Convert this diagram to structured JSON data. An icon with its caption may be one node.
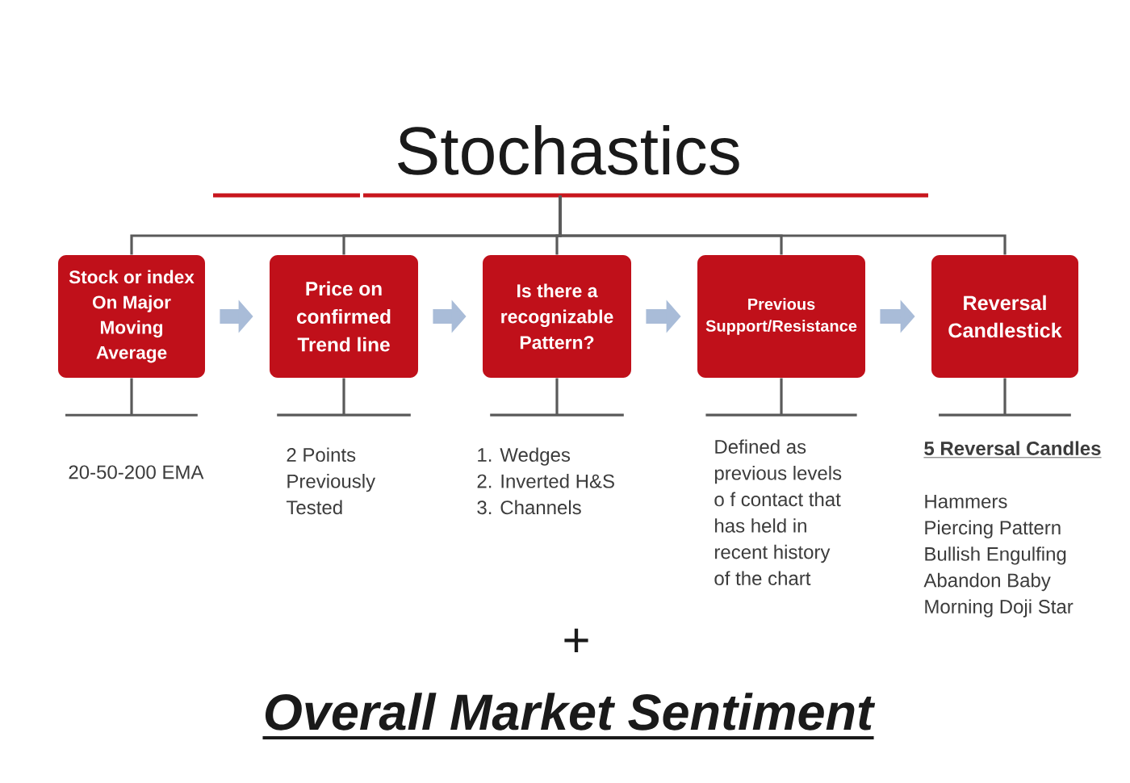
{
  "diagram": {
    "nodes": [
      {
        "text": [
          "Stochastics"
        ]
      },
      {
        "text": [
          "Stock or index On Major Moving Average"
        ]
      },
      {
        "text": [
          "Price on confirmed Trend line"
        ]
      },
      {
        "text": [
          "Is there a recognizable Pattern?"
        ]
      },
      {
        "text": [
          "Previous Support/Resistance"
        ]
      },
      {
        "text": [
          "Reversal Candlestick"
        ]
      },
      {
        "text": [
          "20-50-200 EMA"
        ]
      },
      {
        "text": [
          "2 Points Previously Tested"
        ]
      },
      {
        "text": [
          "1. Wedges",
          "2. Inverted H&S",
          "3. Channels"
        ]
      },
      {
        "text": [
          "Defined as previous levels o f contact that has held in recent history of the chart"
        ]
      },
      {
        "text": [
          "5 Reversal Candles",
          "Hammers",
          "Piercing Pattern",
          "Bullish Engulfing",
          "Abandon Baby",
          "Morning Doji Star"
        ]
      }
    ],
    "edges": [
      {
        "from": 0,
        "to": 1,
        "arrow": "none"
      },
      {
        "from": 0,
        "to": 2,
        "arrow": "none"
      },
      {
        "from": 0,
        "to": 3,
        "arrow": "none"
      },
      {
        "from": 0,
        "to": 4,
        "arrow": "none"
      },
      {
        "from": 0,
        "to": 5,
        "arrow": "none"
      },
      {
        "from": 1,
        "to": 2,
        "arrow": "to",
        "style": "thick",
        "color": "#a9bcd8"
      },
      {
        "from": 2,
        "to": 3,
        "arrow": "to",
        "style": "thick",
        "color": "#a9bcd8"
      },
      {
        "from": 3,
        "to": 4,
        "arrow": "to",
        "style": "thick",
        "color": "#a9bcd8"
      },
      {
        "from": 4,
        "to": 5,
        "arrow": "to",
        "style": "thick",
        "color": "#a9bcd8"
      },
      {
        "from": 1,
        "to": 6,
        "arrow": "none"
      },
      {
        "from": 2,
        "to": 7,
        "arrow": "none"
      },
      {
        "from": 3,
        "to": 8,
        "arrow": "none"
      },
      {
        "from": 4,
        "to": 9,
        "arrow": "none"
      },
      {
        "from": 5,
        "to": 10,
        "arrow": "none"
      }
    ],
    "labels": [
      "+",
      "Overall Market Sentiment"
    ]
  }
}
